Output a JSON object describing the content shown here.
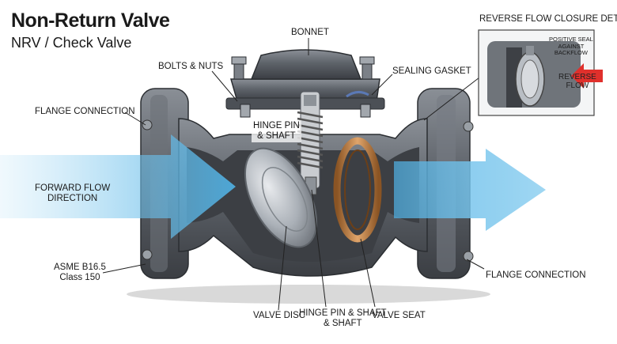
{
  "header": {
    "title": "Non-Return Valve",
    "subtitle": "NRV / Check Valve"
  },
  "callouts": {
    "bonnet": "BONNET",
    "bolts_nuts": "BOLTS & NUTS",
    "sealing_gasket": "SEALING GASKET",
    "flange_left": "FLANGE CONNECTION",
    "flange_right": "FLANGE CONNECTION",
    "hinge_top": "HINGE PIN\n& SHAFT",
    "forward_flow": "FORWARD FLOW\nDIRECTION",
    "standard": "ASME B16.5\nClass 150",
    "valve_disc": "VALVE DISC",
    "hinge_bottom": "HINGE PIN & SHAFT\n& SHAFT",
    "valve_seat": "VALVE SEAT"
  },
  "inset": {
    "title": "REVERSE FLOW CLOSURE DETAIL",
    "positive_seal": "POSITIVE SEAL\nAGAINST\nBACKFLOW",
    "reverse_flow": "REVERSE\nFLOW"
  },
  "colors": {
    "body_metal": "#5d6167",
    "body_dark": "#2f3236",
    "cavity": "#3a3d42",
    "flow_arrow": "#6ec3ec",
    "seat_bronze": "#c8874e",
    "reverse_arrow": "#e0302c"
  }
}
